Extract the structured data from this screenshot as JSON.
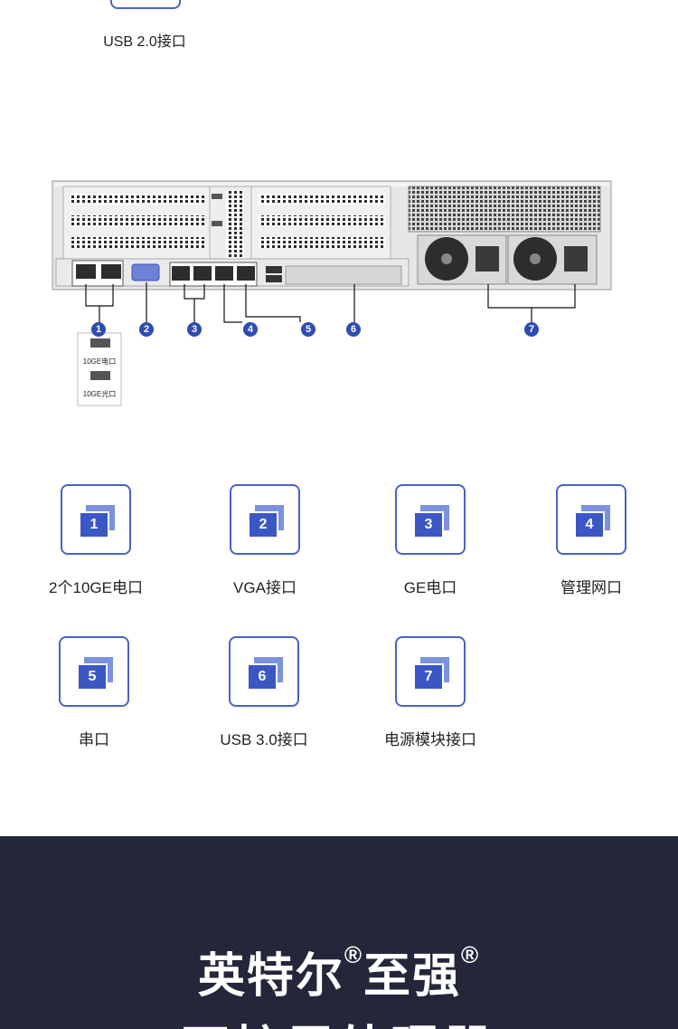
{
  "top": {
    "label": "USB 2.0接口"
  },
  "diagram": {
    "callouts": [
      "1",
      "2",
      "3",
      "4",
      "5",
      "6",
      "7"
    ],
    "inset_labels": [
      "10GE电口",
      "10GE光口"
    ]
  },
  "ports": [
    {
      "num": "1",
      "label": "2个10GE电口"
    },
    {
      "num": "2",
      "label": "VGA接口"
    },
    {
      "num": "3",
      "label": "GE电口"
    },
    {
      "num": "4",
      "label": "管理网口"
    },
    {
      "num": "5",
      "label": "串口"
    },
    {
      "num": "6",
      "label": "USB 3.0接口"
    },
    {
      "num": "7",
      "label": "电源模块接口"
    }
  ],
  "banner": {
    "title_a": "英特尔",
    "reg1": "®",
    "title_b": "至强",
    "reg2": "®",
    "subtitle": "可扩展处理器"
  },
  "colors": {
    "accent": "#4a63c4",
    "callout": "#2f4cb3",
    "banner_bg": "#24263a"
  }
}
